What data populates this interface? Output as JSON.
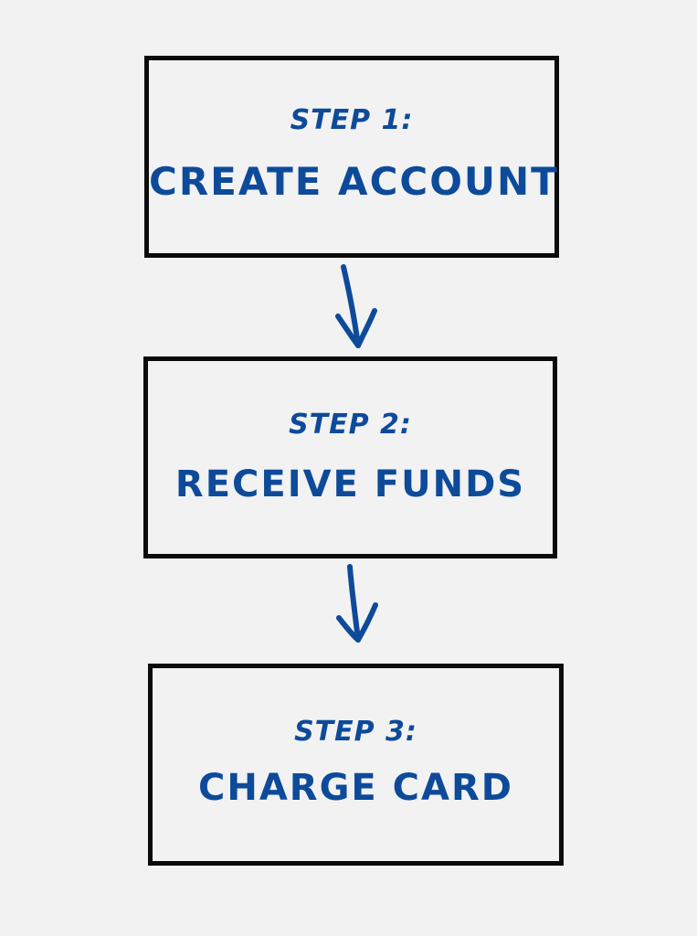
{
  "diagram": {
    "background_color": "#f2f2f3",
    "ink_color": "#0d4a9a",
    "border_color": "#0b0b0b",
    "steps": [
      {
        "label": "STEP 1:",
        "title": "CREATE ACCOUNT"
      },
      {
        "label": "STEP 2:",
        "title": "RECEIVE FUNDS"
      },
      {
        "label": "STEP 3:",
        "title": "CHARGE CARD"
      }
    ]
  }
}
